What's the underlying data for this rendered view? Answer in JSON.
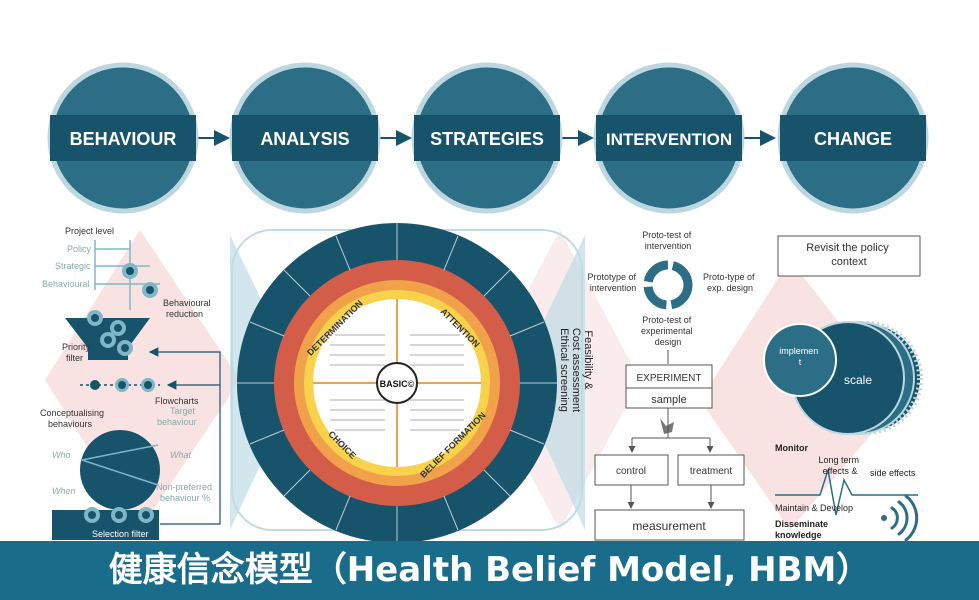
{
  "stages": [
    "BEHAVIOUR",
    "ANALYSIS",
    "STRATEGIES",
    "INTERVENTION",
    "CHANGE"
  ],
  "left_panel": {
    "project_level": "Project level",
    "levels": [
      "Policy",
      "Strategic",
      "Behavioural"
    ],
    "behavioural_reduction": [
      "Behavioural",
      "reduction"
    ],
    "priority_filter": [
      "Priority",
      "filter"
    ],
    "flowcharts": "Flowcharts",
    "target_behaviour": [
      "Target",
      "behaviour"
    ],
    "conceptualising": [
      "Conceptualising",
      "behaviours"
    ],
    "who": "Who",
    "what": "What",
    "when": "When",
    "non_preferred": [
      "Non-preferred",
      "behaviour %"
    ],
    "selection_filter": "Selection filter"
  },
  "basic": {
    "center": "BASIC©",
    "quadrants": [
      "DETERMINATION",
      "ATTENTION",
      "CHOICE",
      "BELIEF FORMATION"
    ]
  },
  "feasibility": [
    "Feasibility &",
    "Cost assessment",
    "Ethical screening"
  ],
  "intervention": {
    "proto_intervention": [
      "Proto-test of",
      "intervention"
    ],
    "prototype_intervention": [
      "Prototype of",
      "intervention"
    ],
    "prototype_design": [
      "Proto-type of",
      "exp. design"
    ],
    "proto_experimental": [
      "Proto-test of",
      "experimental",
      "design"
    ],
    "experiment": "EXPERIMENT",
    "sample": "sample",
    "control": "control",
    "treatment": "treatment",
    "measurement": "measurement"
  },
  "change": {
    "revisit": [
      "Revisit the policy",
      "context"
    ],
    "implement": [
      "implemen",
      "t"
    ],
    "scale": "scale",
    "monitor": "Monitor",
    "long_term": [
      "Long term",
      "effects &"
    ],
    "side_effects": "side effects",
    "maintain": "Maintain & Develop",
    "disseminate": [
      "Disseminate",
      "knowledge"
    ]
  },
  "caption": "健康信念模型（Health Belief Model, HBM）",
  "colors": {
    "teal_dark": "#17536b",
    "teal": "#2c6e85",
    "light_blue": "#bfdbe6",
    "pink": "#f7d6d6",
    "red": "#d35d48",
    "orange": "#f0a14a",
    "yellow": "#f7d24a",
    "caption_bg": "#1a6d8a"
  }
}
